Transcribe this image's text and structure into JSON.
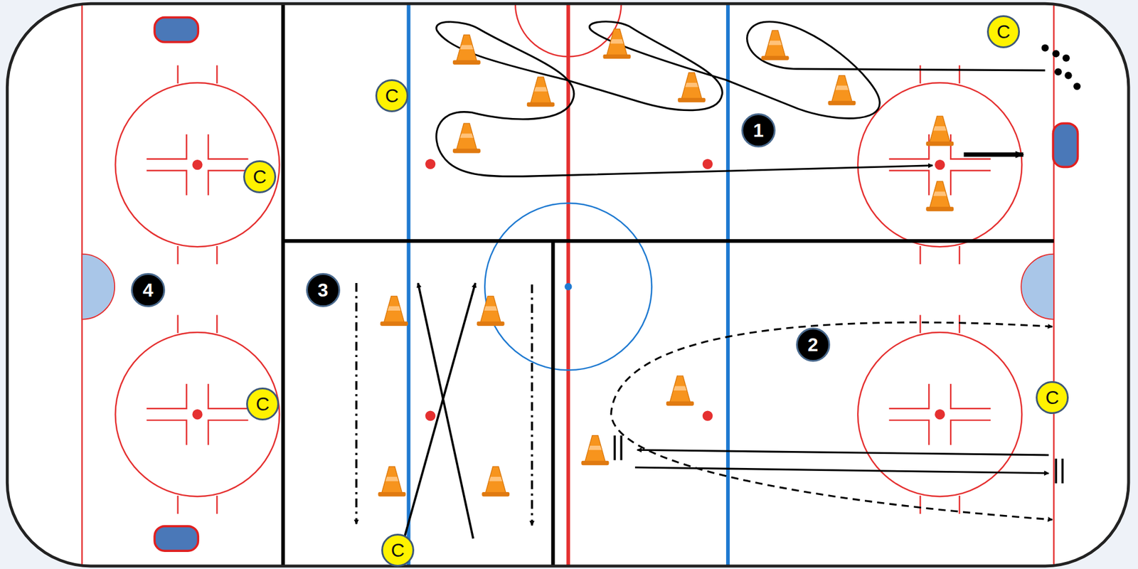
{
  "diagram": {
    "nodes": [
      {
        "text": [
          "C"
        ]
      },
      {
        "text": [
          "C"
        ]
      },
      {
        "text": [
          "C"
        ]
      },
      {
        "text": [
          "C"
        ]
      },
      {
        "text": [
          "C"
        ]
      },
      {
        "text": [
          "C"
        ]
      }
    ],
    "labels": [
      "1",
      "2",
      "3",
      "4"
    ]
  }
}
